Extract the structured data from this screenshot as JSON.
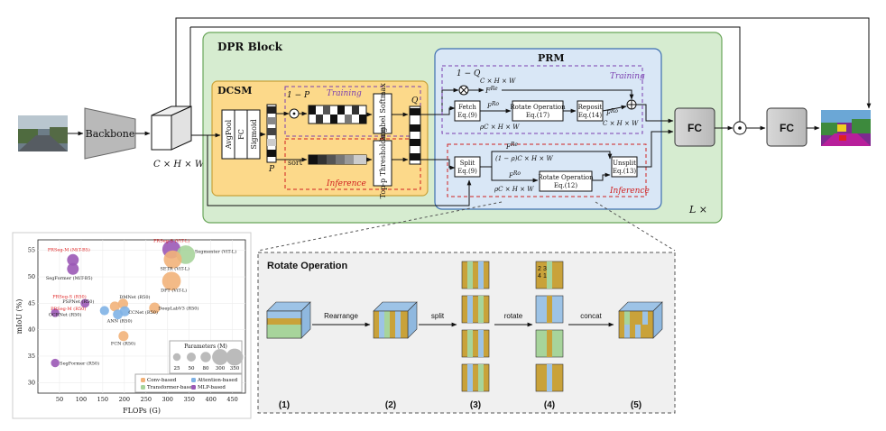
{
  "colors": {
    "dpr_block_fill": "#d6ecd0",
    "dpr_block_stroke": "#6aa65a",
    "dcsm_fill": "#fcd98a",
    "dcsm_stroke": "#c9a23a",
    "prm_fill": "#d9e7f6",
    "prm_stroke": "#3e6fb0",
    "training_color": "#7a3fb0",
    "inference_color": "#d02020",
    "fc_fill": "#c8c8c8",
    "red_label": "#e02020"
  },
  "labels": {
    "dpr_block": "DPR Block",
    "dcsm": "DCSM",
    "prm": "PRM",
    "backbone": "Backbone",
    "feature_dims": "C × H × W",
    "repeat": "L ×",
    "avgpool": "AvgPool",
    "fc": "FC",
    "sigmoid": "Sigmoid",
    "p": "P",
    "one_minus_p": "1 − P",
    "training": "Training",
    "inference": "Inference",
    "gumbel_softmax": "Gumbel Softmax",
    "sort": "sort",
    "topp_thresholding": "Top-p Thresholding",
    "q": "Q",
    "one_minus_q": "1 − Q",
    "c_h_w": "C × H × W",
    "f_re": "F",
    "f_re_sup": "Re",
    "f_ro": "F",
    "f_ro_sup": "Ro",
    "fetch": "Fetch",
    "fetch_eq": "Eq.(9)",
    "rotate_op": "Rotate Operation",
    "rotate_eq17": "Eq.(17)",
    "reposit": "Reposit",
    "reposit_eq": "Eq.(14)",
    "pc_h_w": "ρC × H × W",
    "one_minus_rho": "(1 − ρ)C × H × W",
    "split": "Split",
    "split_eq": "Eq.(9)",
    "rotate_eq12": "Eq.(12)",
    "unsplit": "Unsplit",
    "unsplit_eq": "Eq.(13)",
    "fc_big_1": "FC",
    "fc_big_2": "FC"
  },
  "rotate_panel": {
    "title": "Rotate Operation",
    "rearrange": "Rearrange",
    "split": "split",
    "rotate": "rotate",
    "concat": "concat",
    "steps": [
      "(1)",
      "(2)",
      "(3)",
      "(4)",
      "(5)"
    ],
    "cube_digits": [
      "1",
      "2",
      "3",
      "4"
    ]
  },
  "chart_data": {
    "type": "scatter",
    "xlabel": "FLOPs (G)",
    "ylabel": "mIoU (%)",
    "xlim": [
      0,
      480
    ],
    "ylim": [
      28,
      57
    ],
    "xticks": [
      50,
      100,
      150,
      200,
      250,
      300,
      350,
      400,
      450
    ],
    "yticks": [
      30,
      35,
      40,
      45,
      50,
      55
    ],
    "legend_title": "Parameters (M)",
    "size_legend": [
      25,
      50,
      80,
      300,
      350
    ],
    "categories": [
      {
        "name": "Conv-based",
        "color": "#f2b27a"
      },
      {
        "name": "Attention-based",
        "color": "#7fb2e5"
      },
      {
        "name": "Transformer-based",
        "color": "#a7d49b"
      },
      {
        "name": "MLP-based",
        "color": "#9b59b6"
      }
    ],
    "points": [
      {
        "label": "PRSeg-M (MiT-B5)",
        "x": 81,
        "y": 53.2,
        "params": 85,
        "category": "MLP-based",
        "highlight": true
      },
      {
        "label": "SegFormer (MiT-B5)",
        "x": 81,
        "y": 51.5,
        "params": 85,
        "category": "MLP-based",
        "highlight": false
      },
      {
        "label": "PRSeg-S (ViT-L)",
        "x": 309,
        "y": 55.2,
        "params": 320,
        "category": "MLP-based",
        "highlight": true
      },
      {
        "label": "Segmenter (ViT-L)",
        "x": 342,
        "y": 54.2,
        "params": 340,
        "category": "Transformer-based",
        "highlight": false
      },
      {
        "label": "SETR (ViT-L)",
        "x": 312,
        "y": 53.3,
        "params": 310,
        "category": "Conv-based",
        "highlight": false
      },
      {
        "label": "DPT (ViT-L)",
        "x": 309,
        "y": 49.2,
        "params": 340,
        "category": "Conv-based",
        "highlight": false
      },
      {
        "label": "PRSeg-S (R50)",
        "x": 109,
        "y": 45.0,
        "params": 30,
        "category": "MLP-based",
        "highlight": true
      },
      {
        "label": "PRSeg-M (R50)",
        "x": 40,
        "y": 43.2,
        "params": 25,
        "category": "MLP-based",
        "highlight": true
      },
      {
        "label": "PSPNet (R50)",
        "x": 178,
        "y": 44.4,
        "params": 49,
        "category": "Conv-based",
        "highlight": false
      },
      {
        "label": "DMNet (R50)",
        "x": 197,
        "y": 44.9,
        "params": 52,
        "category": "Conv-based",
        "highlight": false
      },
      {
        "label": "OCRNet (R50)",
        "x": 154,
        "y": 43.6,
        "params": 36,
        "category": "Attention-based",
        "highlight": false
      },
      {
        "label": "CCNet (R50)",
        "x": 201,
        "y": 43.5,
        "params": 50,
        "category": "Attention-based",
        "highlight": false
      },
      {
        "label": "ANN (R50)",
        "x": 185,
        "y": 42.9,
        "params": 46,
        "category": "Attention-based",
        "highlight": false
      },
      {
        "label": "DeepLabV3 (R50)",
        "x": 270,
        "y": 44.1,
        "params": 68,
        "category": "Conv-based",
        "highlight": false
      },
      {
        "label": "FCN (R50)",
        "x": 198,
        "y": 38.8,
        "params": 49,
        "category": "Conv-based",
        "highlight": false
      },
      {
        "label": "SegFormer (R50)",
        "x": 40,
        "y": 33.7,
        "params": 25,
        "category": "MLP-based",
        "highlight": false
      }
    ]
  }
}
